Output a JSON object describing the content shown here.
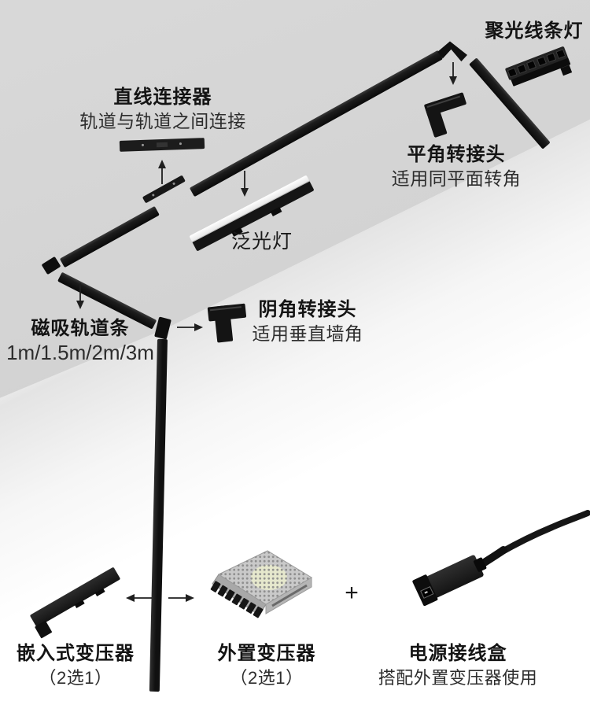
{
  "colors": {
    "ceiling": "#d1d1d1",
    "wall": "#ffffff",
    "wall_shadow": "#e4e4e4",
    "track": "#141414",
    "title_text": "#141414",
    "subtitle_text": "#2d2d2d"
  },
  "callouts": {
    "spotlight_light": {
      "title": "聚光线条灯"
    },
    "straight_connector": {
      "title": "直线连接器",
      "subtitle": "轨道与轨道之间连接"
    },
    "flat_angle_adapter": {
      "title": "平角转接头",
      "subtitle": "适用同平面转角"
    },
    "flood_light": {
      "title": "泛光灯"
    },
    "magnetic_track": {
      "title": "磁吸轨道条",
      "subtitle": "1m/1.5m/2m/3m"
    },
    "inner_corner_adapter": {
      "title": "阴角转接头",
      "subtitle": "适用垂直墙角"
    },
    "recessed_transformer": {
      "title": "嵌入式变压器",
      "subtitle": "（2选1）"
    },
    "external_transformer": {
      "title": "外置变压器",
      "subtitle": "（2选1）"
    },
    "plus_sign": "+",
    "power_junction_box": {
      "title": "电源接线盒",
      "subtitle": "搭配外置变压器使用"
    }
  }
}
